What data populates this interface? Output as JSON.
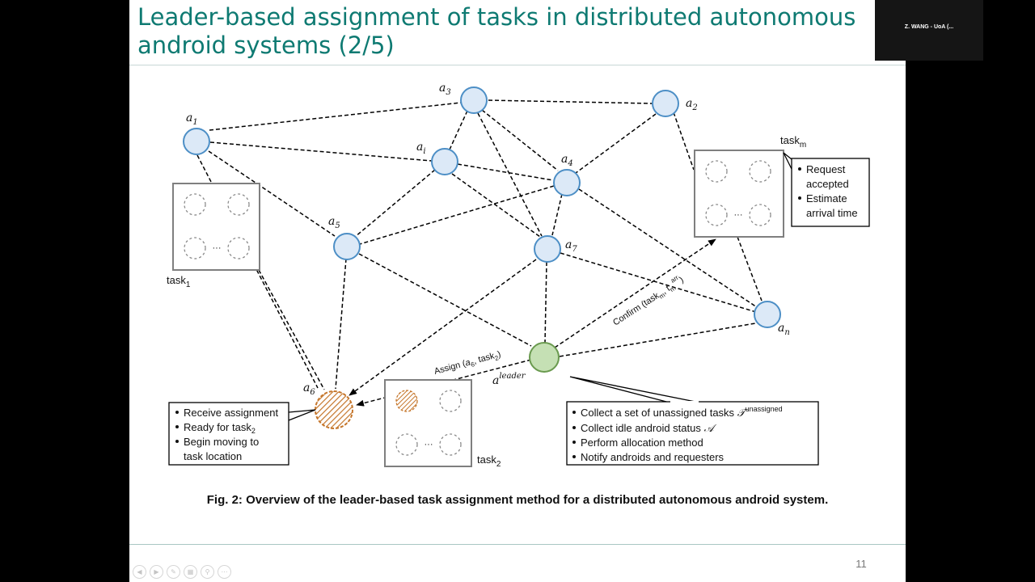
{
  "slide": {
    "title_line1": "Leader-based assignment of tasks in distributed autonomous",
    "title_line2": "android systems (2/5)",
    "caption": "Fig. 2: Overview of the leader-based task assignment method for a distributed autonomous android system.",
    "slide_number": "11"
  },
  "presenter": {
    "name": "Z. WANG - UoA (..."
  },
  "toolbar": {
    "icons": [
      "prev-icon",
      "next-icon",
      "pen-icon",
      "slides-icon",
      "zoom-icon",
      "more-icon"
    ]
  },
  "diagram": {
    "nodes": {
      "a1": {
        "base": "a",
        "sub": "1"
      },
      "a2": {
        "base": "a",
        "sub": "2"
      },
      "a3": {
        "base": "a",
        "sub": "3"
      },
      "a4": {
        "base": "a",
        "sub": "4"
      },
      "a5": {
        "base": "a",
        "sub": "5"
      },
      "a6": {
        "base": "a",
        "sub": "6"
      },
      "a7": {
        "base": "a",
        "sub": "7"
      },
      "ai": {
        "base": "a",
        "sub": "i"
      },
      "an": {
        "base": "a",
        "sub": "n"
      },
      "leader": {
        "base": "a",
        "sup": "leader"
      }
    },
    "tasks": {
      "task1": {
        "base": "task",
        "sub": "1"
      },
      "task2": {
        "base": "task",
        "sub": "2"
      },
      "taskm": {
        "base": "task",
        "sub": "m"
      }
    },
    "slot_ellipsis": "···",
    "edge_labels": {
      "assign": {
        "prefix": "Assign (",
        "a": "a",
        "a_sub": "6",
        "sep": ", task",
        "task_sub": "2",
        "suffix": ")"
      },
      "confirm": {
        "prefix": "Confirm (task",
        "m_sub": "m",
        "sep": ", t",
        "t_sub": "m",
        "t_sup": "arr",
        "suffix": ")"
      }
    },
    "callouts": {
      "taskm": {
        "items": [
          "Request",
          "accepted",
          "Estimate",
          "arrival time"
        ]
      },
      "a6": {
        "item1": "Receive assignment",
        "item2_prefix": "Ready for task",
        "item2_sub": "2",
        "item3": "Begin moving to",
        "item3_cont": "task location"
      },
      "leader": {
        "item1_prefix": "Collect a set of unassigned tasks ",
        "item1_symbol": "𝒯",
        "item1_sup": "unassigned",
        "item2_prefix": "Collect idle android status ",
        "item2_symbol": "𝒜",
        "item3": "Perform allocation method",
        "item4": "Notify androids and requesters"
      }
    }
  },
  "colors": {
    "title": "#0e7a72",
    "node_fill": "#dce9f7",
    "node_stroke": "#4d8fc6",
    "leader_fill": "#c5e0b4",
    "leader_stroke": "#6a9a4f",
    "hatch": "#c5762b"
  }
}
